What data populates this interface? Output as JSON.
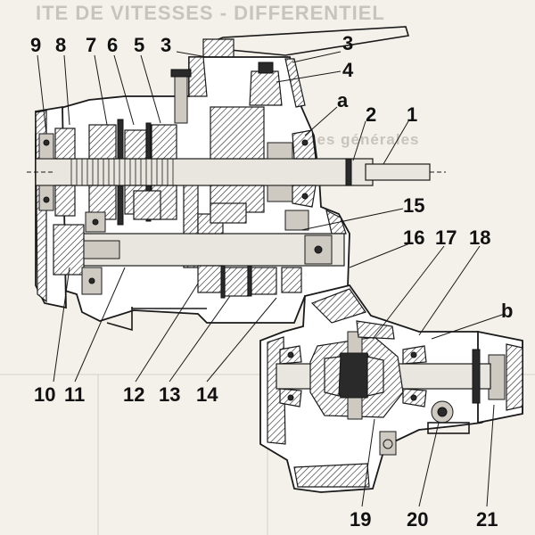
{
  "header_text": "ITE DE VITESSES - DIFFERENTIEL",
  "subheader_text": "caractéristiques générales",
  "callouts": [
    {
      "id": "9",
      "label": "9"
    },
    {
      "id": "8",
      "label": "8"
    },
    {
      "id": "7",
      "label": "7"
    },
    {
      "id": "6",
      "label": "6"
    },
    {
      "id": "5",
      "label": "5"
    },
    {
      "id": "3a",
      "label": "3"
    },
    {
      "id": "3b",
      "label": "3"
    },
    {
      "id": "4",
      "label": "4"
    },
    {
      "id": "a",
      "label": "a"
    },
    {
      "id": "2",
      "label": "2"
    },
    {
      "id": "1",
      "label": "1"
    },
    {
      "id": "15",
      "label": "15"
    },
    {
      "id": "16",
      "label": "16"
    },
    {
      "id": "17",
      "label": "17"
    },
    {
      "id": "18",
      "label": "18"
    },
    {
      "id": "b",
      "label": "b"
    },
    {
      "id": "10",
      "label": "10"
    },
    {
      "id": "11",
      "label": "11"
    },
    {
      "id": "12",
      "label": "12"
    },
    {
      "id": "13",
      "label": "13"
    },
    {
      "id": "14",
      "label": "14"
    },
    {
      "id": "19",
      "label": "19"
    },
    {
      "id": "20",
      "label": "20"
    },
    {
      "id": "21",
      "label": "21"
    }
  ]
}
